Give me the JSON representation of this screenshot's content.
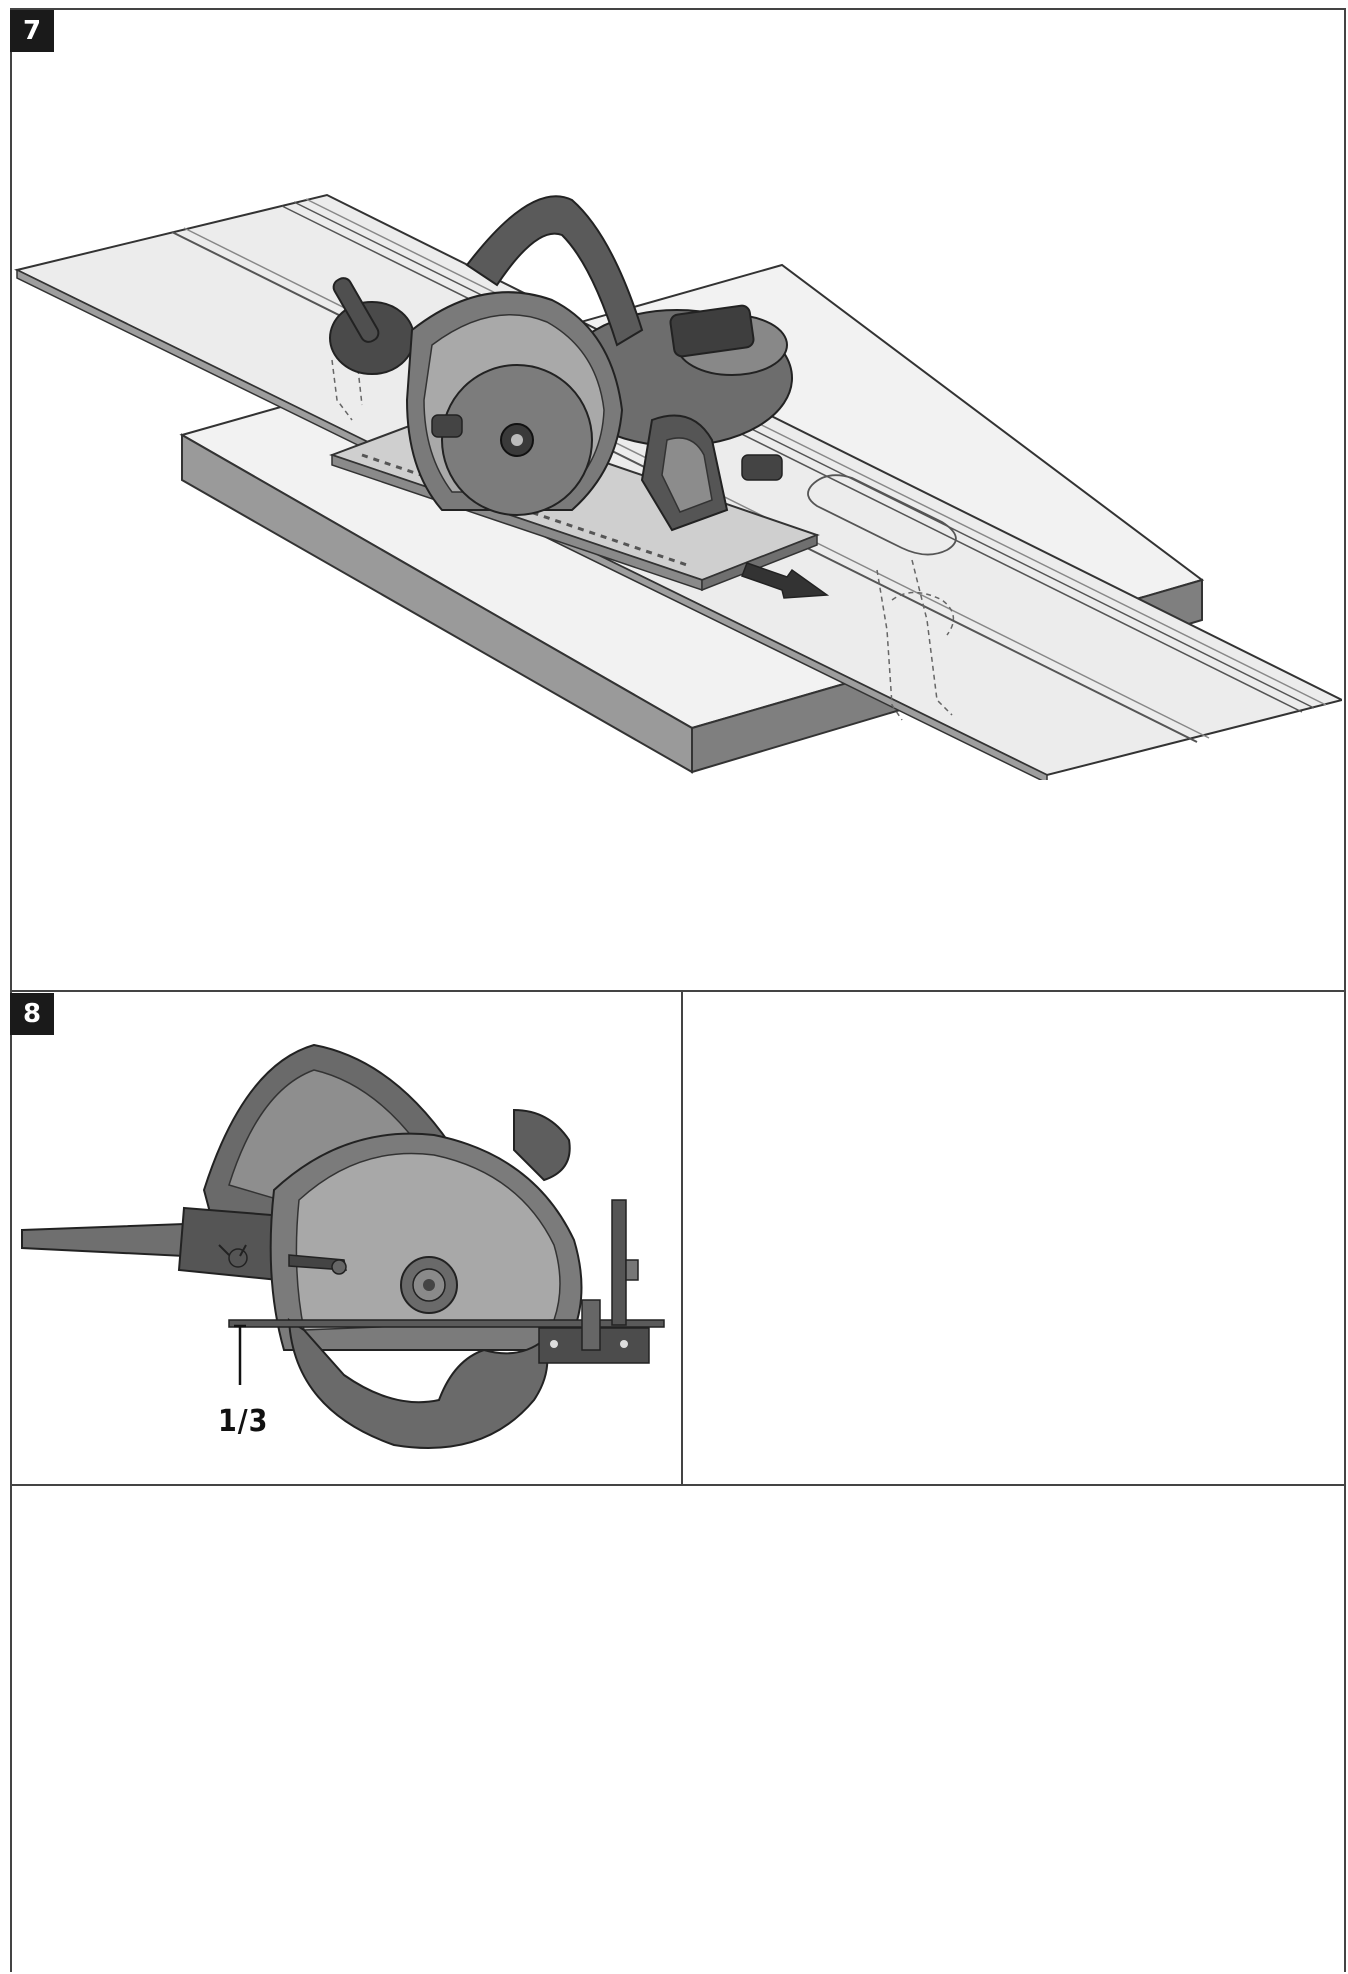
{
  "figures": [
    {
      "number": "7"
    },
    {
      "number": "8",
      "callouts": [
        "1/3"
      ]
    }
  ],
  "colors": {
    "frame": "#444444",
    "figure_badge": "#1a1a1a",
    "tool_dark": "#4a4a4a",
    "tool_mid": "#7a7a7a",
    "rail_light": "#ececec",
    "board_side": "#8c8c8c"
  }
}
